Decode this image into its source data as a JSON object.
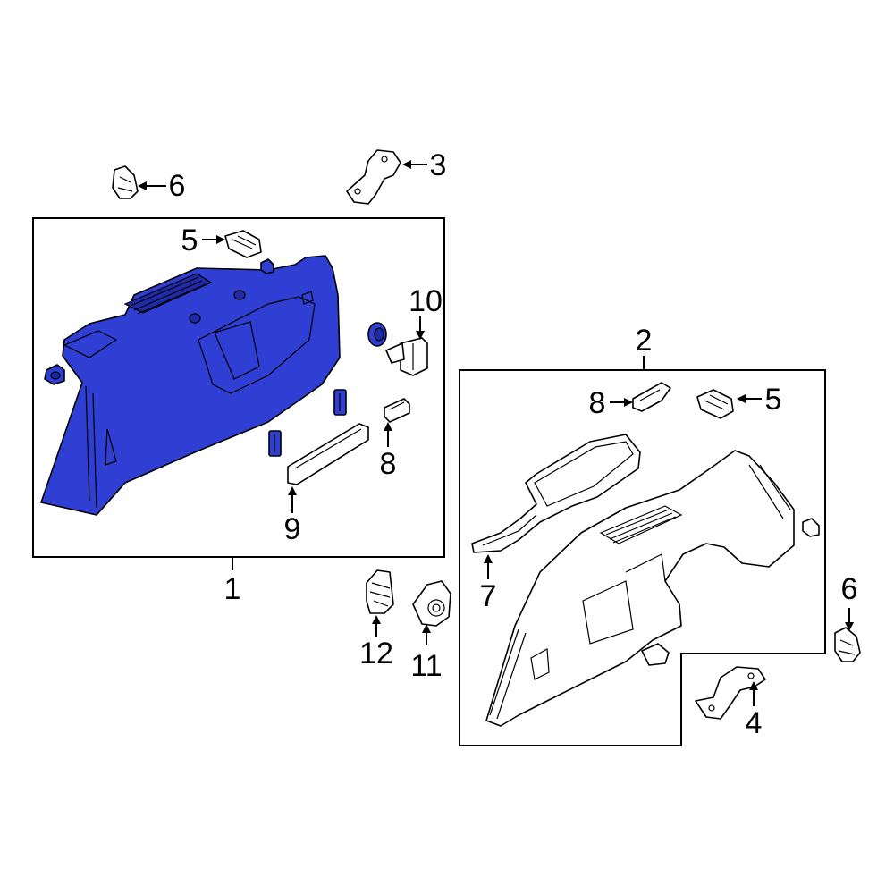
{
  "colors": {
    "highlight_part": "#2f3ed3",
    "highlight_shade": "#1f2ba6",
    "outline": "#000000",
    "background": "#ffffff"
  },
  "callouts": {
    "c1": "1",
    "c2": "2",
    "c3": "3",
    "c4": "4",
    "c5_top": "5",
    "c5_right": "5",
    "c6_top": "6",
    "c6_right": "6",
    "c7": "7",
    "c8_left": "8",
    "c8_right": "8",
    "c9": "9",
    "c10": "10",
    "c11": "11",
    "c12": "12"
  }
}
